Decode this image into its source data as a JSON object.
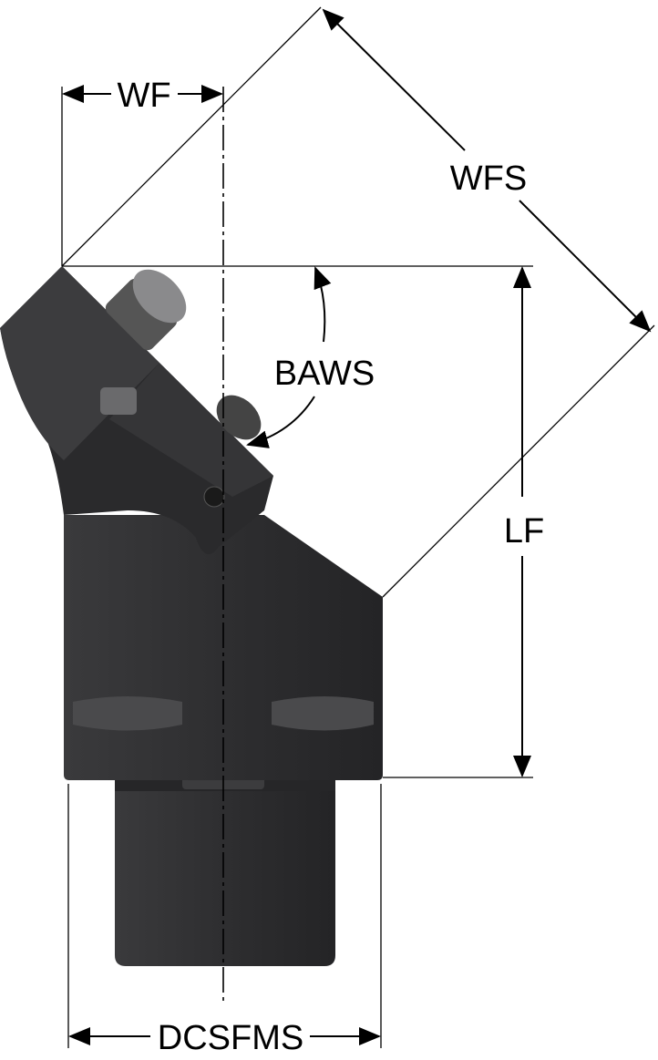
{
  "labels": {
    "wf": "WF",
    "wfs": "WFS",
    "baws": "BAWS",
    "lf": "LF",
    "dcsfms": "DCSFMS"
  },
  "colors": {
    "body": "#2f2f31",
    "body_dark": "#1f1f21",
    "line": "#000000"
  }
}
